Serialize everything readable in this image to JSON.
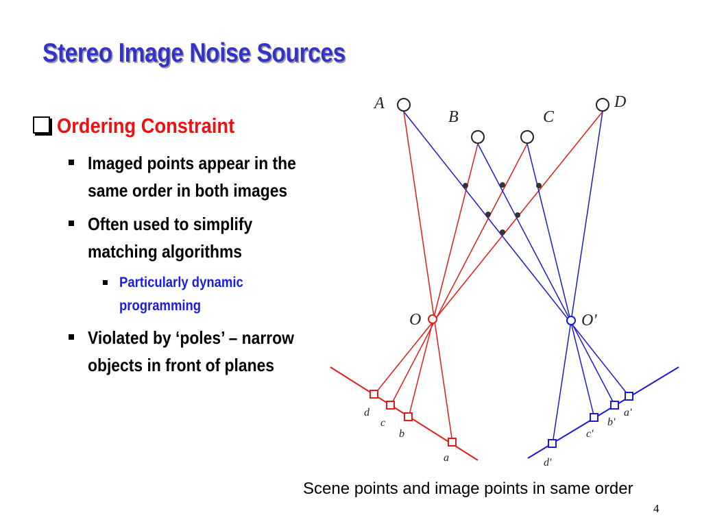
{
  "slide": {
    "title": "Stereo Image Noise Sources",
    "heading": "Ordering Constraint",
    "bullets": [
      {
        "lines": [
          "Imaged points appear in the",
          "same order in both images"
        ]
      },
      {
        "lines": [
          "Often used to simplify",
          "matching algorithms"
        ],
        "sub": [
          "Particularly dynamic",
          "programming"
        ]
      },
      {
        "lines": [
          "Violated by ‘poles’ – narrow",
          "objects in front of planes"
        ]
      }
    ],
    "caption": "Scene points and image points in same order",
    "page_number": "4"
  },
  "diagram": {
    "scene_points": [
      "A",
      "B",
      "C",
      "D"
    ],
    "camera_centers": [
      "O",
      "O'"
    ],
    "left_image_points": [
      "d",
      "c",
      "b",
      "a"
    ],
    "right_image_points": [
      "d'",
      "c'",
      "b'",
      "a'"
    ],
    "colors": {
      "left_rays": "#e81818",
      "right_rays": "#1818d8"
    }
  }
}
